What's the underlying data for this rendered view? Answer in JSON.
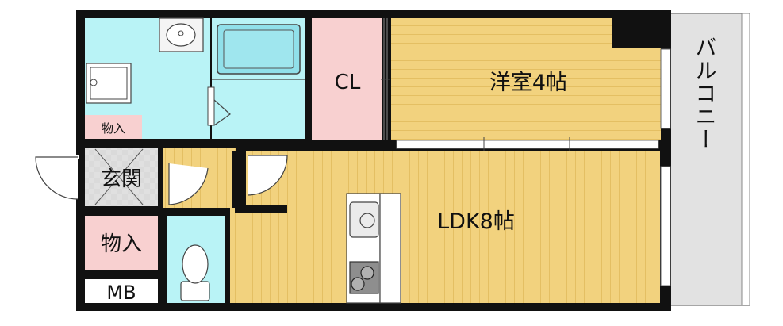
{
  "rooms": {
    "western_room": "洋室4帖",
    "ldk": "LDK8帖",
    "closet": "CL",
    "entrance": "玄関",
    "storage_small": "物入",
    "storage_large": "物入",
    "meter_box": "MB",
    "balcony": "バルコニー"
  },
  "colors": {
    "wall": "#111111",
    "flooring": "#f2d27e",
    "flooring_line": "#e4bf63",
    "wet_area": "#b9f3f6",
    "closet": "#f8d0d0",
    "storage": "#f8d0d0",
    "entrance_tile": "#dcdcdc",
    "balcony": "#e2e2e2"
  }
}
